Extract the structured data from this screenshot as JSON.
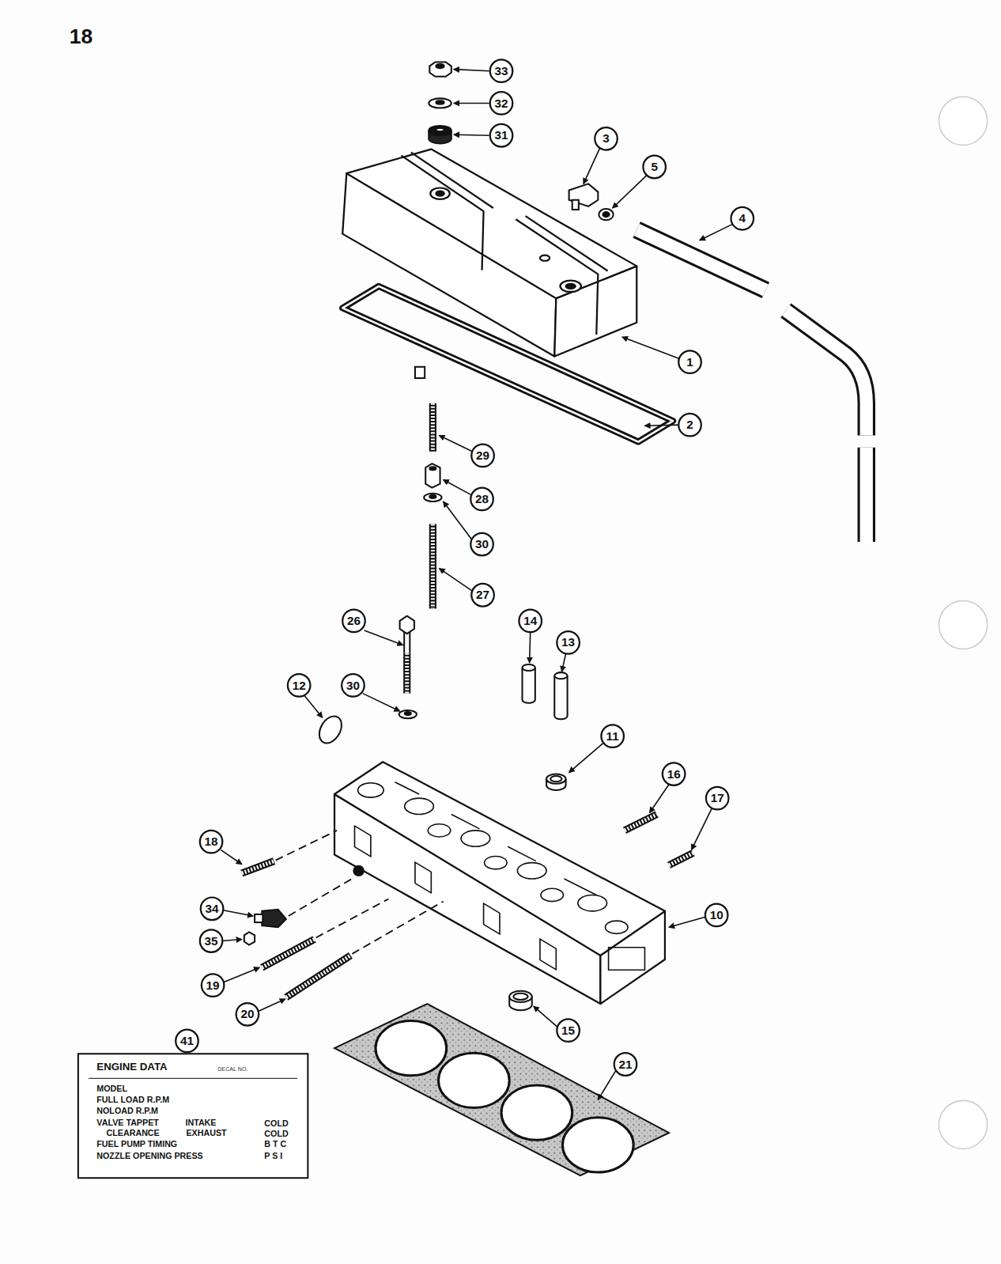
{
  "diagram": {
    "nodes": [
      {
        "text": [
          "ENGINE DATA",
          "DECAL NO.",
          "MODEL",
          "FULL LOAD R.P.M",
          "NOLOAD R.P.M",
          "VALVE TAPPET",
          "INTAKE",
          "COLD",
          "CLEARANCE",
          "EXHAUST",
          "COLD",
          "FUEL PUMP TIMING",
          "B T C",
          "NOZZLE OPENING PRESS",
          "P S I"
        ]
      }
    ],
    "edges": [],
    "labels": [
      "18",
      "33",
      "32",
      "31",
      "3",
      "5",
      "4",
      "1",
      "2",
      "29",
      "28",
      "30",
      "27",
      "26",
      "14",
      "13",
      "12",
      "30",
      "11",
      "16",
      "17",
      "18",
      "10",
      "34",
      "35",
      "19",
      "20",
      "15",
      "21",
      "41"
    ]
  }
}
